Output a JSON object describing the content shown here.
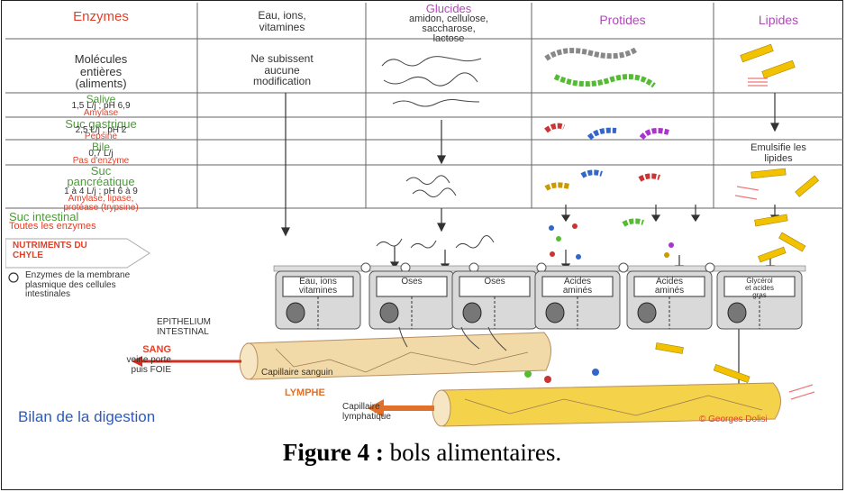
{
  "headers": {
    "enzymes": "Enzymes",
    "eau": "Eau, ions,\nvitamines",
    "glucides_title": "Glucides",
    "glucides_sub": "amidon, cellulose,\nsaccharose,\nlactose",
    "protides": "Protides",
    "lipides": "Lipides"
  },
  "rows": {
    "molecules": "Molécules\nentières\n(aliments)",
    "no_change": "Ne subissent\naucune\nmodification",
    "salive": {
      "name": "Salive",
      "detail": "1,5 L/j ; pH 6,9",
      "enzyme": "Amylase"
    },
    "suc_gastrique": {
      "name": "Suc gastrique",
      "detail": "2,5 L/j ; pH 2",
      "enzyme": "Pepsine"
    },
    "bile": {
      "name": "Bile",
      "detail": "0,7 L/j",
      "enzyme": "Pas d'enzyme"
    },
    "pancreatique": {
      "name": "Suc\npancréatique",
      "detail": "1 à 4 L/j ; pH 6 à 9",
      "enzyme": "Amylase, lipase,\nprotéase (trypsine)"
    },
    "intestinal": {
      "name": "Suc intestinal",
      "enzyme": "Toutes les enzymes"
    },
    "emulsifie": "Emulsifie les\nlipides"
  },
  "legend": {
    "nutriments": "NUTRIMENTS DU\nCHYLE",
    "enzymes_membrane": "Enzymes de la membrane\nplasmique des cellules\nintestinales"
  },
  "cells": [
    {
      "label": "Eau, ions\nvitamines"
    },
    {
      "label": "Oses"
    },
    {
      "label": "Oses"
    },
    {
      "label": "Acides\naminés"
    },
    {
      "label": "Acides\naminés"
    },
    {
      "label": "Glycérol\net acides\ngras"
    }
  ],
  "bottom": {
    "epithelium": "EPITHELIUM\nINTESTINAL",
    "sang": "SANG",
    "sang_detail": "veine porte\npuis FOIE",
    "capillaire_sanguin": "Capillaire sanguin",
    "lymphe": "LYMPHE",
    "capillaire_lymphatique": "Capillaire\nlymphatique",
    "bilan": "Bilan de la digestion",
    "credit": "© Georges Dolisi"
  },
  "caption": {
    "label": "Figure 4 :",
    "text": " bols alimentaires."
  },
  "colors": {
    "red": "#e2402a",
    "green": "#4c9a3a",
    "purple": "#b04ab8",
    "blue": "#2f5bb8",
    "lipid": "#f2c200",
    "vessel": "#f2d9a8"
  }
}
